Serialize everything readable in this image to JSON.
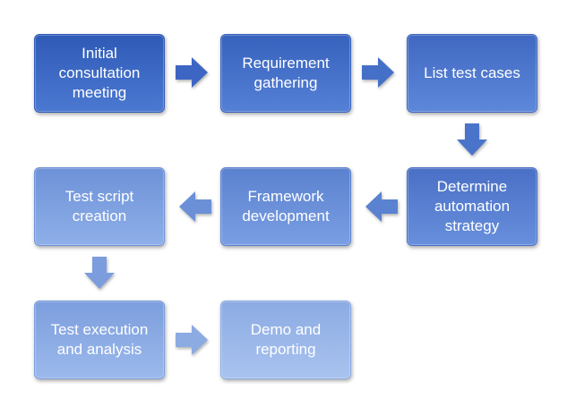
{
  "steps": [
    {
      "id": "initial",
      "label": "Initial\nconsultation\nmeeting",
      "color_top": "#2f5bb7",
      "color_bottom": "#4b78d1"
    },
    {
      "id": "requirement",
      "label": "Requirement\ngathering",
      "color_top": "#3762bd",
      "color_bottom": "#5480d6"
    },
    {
      "id": "list",
      "label": "List test cases",
      "color_top": "#4068c1",
      "color_bottom": "#5d88da"
    },
    {
      "id": "determine",
      "label": "Determine\nautomation\nstrategy",
      "color_top": "#4a70c6",
      "color_bottom": "#678fdc"
    },
    {
      "id": "framework",
      "label": "Framework\ndevelopment",
      "color_top": "#5b82cf",
      "color_bottom": "#7a9ee3"
    },
    {
      "id": "script",
      "label": "Test script\ncreation",
      "color_top": "#6e92d8",
      "color_bottom": "#8eafe8"
    },
    {
      "id": "execution",
      "label": "Test execution\nand analysis",
      "color_top": "#7d9edd",
      "color_bottom": "#9bb9ec"
    },
    {
      "id": "demo",
      "label": "Demo and\nreporting",
      "color_top": "#8cabe3",
      "color_bottom": "#a9c3ef"
    }
  ],
  "colors": {
    "arrow_1": "#3d66c4",
    "arrow_2": "#4470c8",
    "arrow_3": "#4a74ca",
    "arrow_4": "#5a82d0",
    "arrow_5": "#6b90d8",
    "arrow_6": "#7c9ddd",
    "arrow_7": "#8cabe3"
  }
}
